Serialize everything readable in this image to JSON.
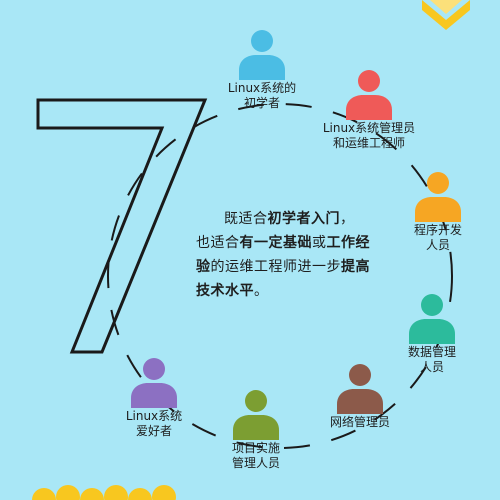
{
  "colors": {
    "background": "#a9e7f6",
    "accent_yellow": "#f8c71f",
    "outline": "#1a1a1a"
  },
  "nodes": [
    {
      "id": "beginner",
      "color": "#4bbde4",
      "lines": [
        "Linux系统的",
        "初学者"
      ]
    },
    {
      "id": "sysadmin",
      "color": "#ef5a58",
      "lines": [
        "Linux系统管理员",
        "和运维工程师"
      ]
    },
    {
      "id": "developer",
      "color": "#f6a623",
      "lines": [
        "程序开发",
        "人员"
      ]
    },
    {
      "id": "dba",
      "color": "#2cbb9c",
      "lines": [
        "数据管理",
        "人员"
      ]
    },
    {
      "id": "network",
      "color": "#8c5a4a",
      "lines": [
        "网络管理员"
      ]
    },
    {
      "id": "project",
      "color": "#7c9e32",
      "lines": [
        "项目实施",
        "管理人员"
      ]
    },
    {
      "id": "enthusiast",
      "color": "#8c70c2",
      "lines": [
        "Linux系统",
        "爱好者"
      ]
    }
  ],
  "center": {
    "lines": [
      [
        {
          "t": "既适合",
          "b": false
        },
        {
          "t": "初学者入门",
          "b": true
        },
        {
          "t": "，",
          "b": false
        }
      ],
      [
        {
          "t": "也适合",
          "b": false
        },
        {
          "t": "有一定基础",
          "b": true
        },
        {
          "t": "或",
          "b": false
        },
        {
          "t": "工作经",
          "b": true
        }
      ],
      [
        {
          "t": "验",
          "b": true
        },
        {
          "t": "的运维工程师进一步",
          "b": false
        },
        {
          "t": "提高",
          "b": true
        }
      ],
      [
        {
          "t": "技术水平",
          "b": true
        },
        {
          "t": "。",
          "b": false
        }
      ]
    ]
  }
}
